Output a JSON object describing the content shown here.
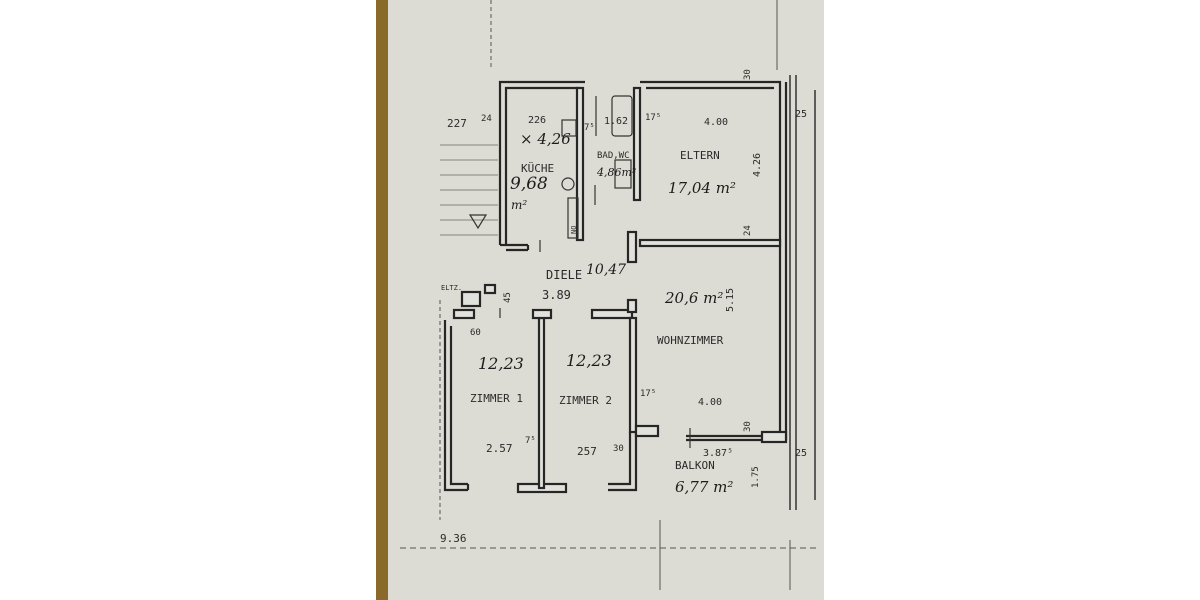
{
  "colors": {
    "background": "#ffffff",
    "paper": "#dcdcd4",
    "table_edge": "#8a6a2a",
    "ink": "#2a2a2a",
    "wall_fill": "#e2e2dc"
  },
  "rooms": {
    "kueche": {
      "name": "KÜCHE",
      "area": "9,68",
      "unit": "m²",
      "dims": "× 4,26"
    },
    "bad": {
      "name": "BAD,WC",
      "area": "4,86m²"
    },
    "eltern": {
      "name": "ELTERN",
      "area": "17,04 m²"
    },
    "diele": {
      "name": "DIELE",
      "area": "10,47"
    },
    "wohnzimmer": {
      "name": "WOHNZIMMER",
      "area": "20,6 m²"
    },
    "zimmer1": {
      "name": "ZIMMER 1",
      "area": "12,23"
    },
    "zimmer2": {
      "name": "ZIMMER 2",
      "area": "12,23"
    },
    "balkon": {
      "name": "BALKON",
      "area": "6,77 m²"
    }
  },
  "dimensions": {
    "d227": "227",
    "d24a": "24",
    "d226": "226",
    "d75a": "7⁵",
    "d162": "1.62",
    "d175a": "17⁵",
    "d400a": "4.00",
    "d426": "4.26",
    "d25a": "25",
    "d30top": "30",
    "d24b": "24",
    "d389": "3.89",
    "d45": "45",
    "d60": "60",
    "d515": "5.15",
    "d175b": "17⁵",
    "d400b": "4.00",
    "d30mid": "30",
    "d387": "3.87⁵",
    "d25b": "25",
    "d257a": "2.57",
    "d75b": "7⁵",
    "d257b": "257",
    "d30c": "30",
    "d175c": "1.75",
    "d936": "9.36",
    "elt": "ELTZ.",
    "wc_mark": "NO"
  }
}
